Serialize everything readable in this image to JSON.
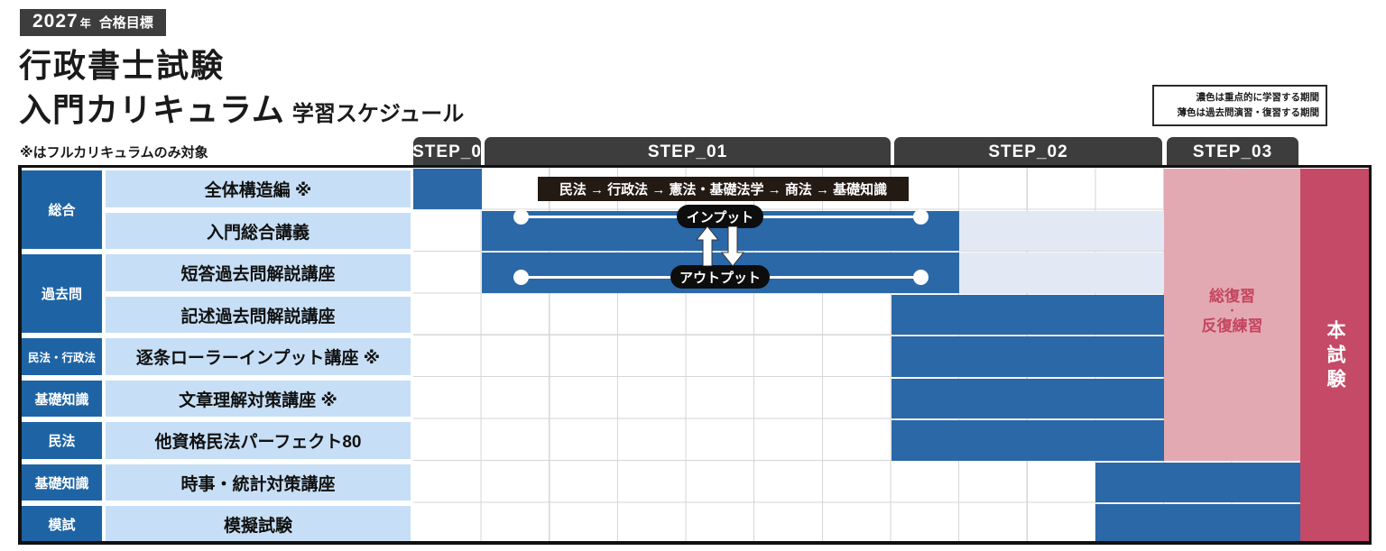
{
  "header": {
    "badge": {
      "year": "2027",
      "year_unit": "年",
      "goal": "合格目標"
    },
    "title": "行政書士試験",
    "subtitle": "入門カリキュラム",
    "subtitle_suffix": "学習スケジュール",
    "legend": {
      "line1": "濃色は重点的に学習する期間",
      "line2": "薄色は過去問演習・復習する期間"
    },
    "asterisk_note": "※はフルカリキュラムのみ対象"
  },
  "steps": [
    {
      "label": "STEP_0"
    },
    {
      "label": "STEP_01"
    },
    {
      "label": "STEP_02"
    },
    {
      "label": "STEP_03"
    }
  ],
  "categories": [
    {
      "label": "総合"
    },
    {
      "label": "過去問"
    },
    {
      "label": "民法・行政法"
    },
    {
      "label": "基礎知識"
    },
    {
      "label": "民法"
    },
    {
      "label": "基礎知識"
    },
    {
      "label": "模試"
    }
  ],
  "courses": [
    "全体構造編 ※",
    "入門総合講義",
    "短答過去問解説講座",
    "記述過去問解説講座",
    "逐条ローラーインプット講座 ※",
    "文章理解対策講座 ※",
    "他資格民法パーフェクト80",
    "時事・統計対策講座",
    "模擬試験"
  ],
  "annotations": {
    "subject_order": "民法 → 行政法 → 憲法・基礎法学 → 商法 → 基礎知識",
    "input_label": "インプット",
    "output_label": "アウトプット",
    "step3_review": {
      "line1": "総復習",
      "separator": "・",
      "line2": "反復練習"
    },
    "final_exam": "本試験"
  },
  "gantt": {
    "columns_total": 14,
    "step_column_spans": [
      {
        "step": "STEP_0",
        "cols": [
          1,
          1
        ]
      },
      {
        "step": "STEP_01",
        "cols": [
          2,
          7
        ]
      },
      {
        "step": "STEP_02",
        "cols": [
          8,
          11
        ]
      },
      {
        "step": "STEP_03",
        "cols": [
          12,
          13
        ]
      },
      {
        "step": "本試験",
        "cols": [
          14,
          14
        ]
      }
    ],
    "bars": [
      {
        "course": "全体構造編 ※",
        "intensive_cols": [
          1,
          1
        ]
      },
      {
        "course": "入門総合講義",
        "intensive_cols": [
          2,
          8
        ],
        "review_cols": [
          9,
          11
        ]
      },
      {
        "course": "短答過去問解説講座",
        "intensive_cols": [
          2,
          8
        ],
        "review_cols": [
          9,
          11
        ]
      },
      {
        "course": "記述過去問解説講座",
        "intensive_cols": [
          8,
          11
        ]
      },
      {
        "course": "逐条ローラーインプット講座 ※",
        "intensive_cols": [
          8,
          11
        ]
      },
      {
        "course": "文章理解対策講座 ※",
        "intensive_cols": [
          8,
          11
        ]
      },
      {
        "course": "他資格民法パーフェクト80",
        "intensive_cols": [
          8,
          11
        ]
      },
      {
        "course": "時事・統計対策講座",
        "intensive_cols": [
          11,
          13
        ]
      },
      {
        "course": "模擬試験",
        "intensive_cols": [
          11,
          13
        ]
      }
    ],
    "step3_block_rows": [
      1,
      7
    ],
    "final_exam_block_rows": [
      1,
      9
    ]
  },
  "colors": {
    "intensive_bar": "#2a68a8",
    "review_bar": "#e2e9f4",
    "category_bg": "#1e64a5",
    "course_bg": "#c7dff6",
    "step3_block": "#e3a9b3",
    "final_exam_block": "#c54a68",
    "step_tab": "#3d3d3d",
    "sequence_bar": "#241a14",
    "review_text": "#c5455f"
  }
}
